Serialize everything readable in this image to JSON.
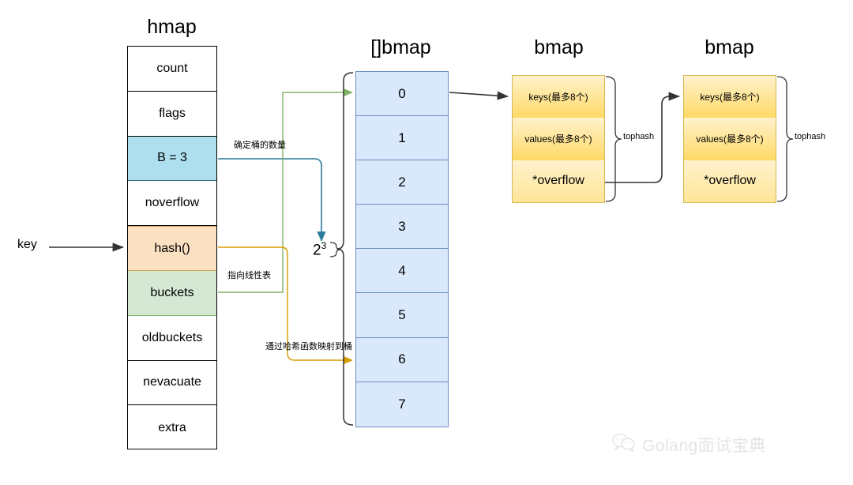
{
  "diagram": {
    "titles": {
      "hmap": "hmap",
      "bmap_slice": "[]bmap",
      "bmap_first": "bmap",
      "bmap_second": "bmap"
    },
    "hmap_fields": [
      {
        "label": "count",
        "fill": "white"
      },
      {
        "label": "flags",
        "fill": "white"
      },
      {
        "label": "B = 3",
        "fill": "blue"
      },
      {
        "label": "noverflow",
        "fill": "white"
      },
      {
        "label": "hash()",
        "fill": "orange"
      },
      {
        "label": "buckets",
        "fill": "green"
      },
      {
        "label": "oldbuckets",
        "fill": "white"
      },
      {
        "label": "nevacuate",
        "fill": "white"
      },
      {
        "label": "extra",
        "fill": "white"
      }
    ],
    "bucket_indices": [
      "0",
      "1",
      "2",
      "3",
      "4",
      "5",
      "6",
      "7"
    ],
    "bmap_first_rows": [
      {
        "label": "keys(最多8个)"
      },
      {
        "label": "values(最多8个)"
      },
      {
        "label": "*overflow"
      }
    ],
    "bmap_second_rows": [
      {
        "label": "keys(最多8个)"
      },
      {
        "label": "values(最多8个)"
      },
      {
        "label": "*overflow"
      }
    ],
    "annotations": {
      "key": "key",
      "power_base": "2",
      "power_exponent": "3",
      "determine_bucket_count": "确定桶的数量",
      "points_to_linear_list": "指向线性表",
      "map_to_bucket_via_hash": "通过哈希函数映射到桶",
      "tophash_first": "tophash",
      "tophash_second": "tophash"
    },
    "colors": {
      "blue_fill": "#AEDFEF",
      "orange_fill": "#FBE0C2",
      "green_fill": "#D5E8D4",
      "bucket_fill": "#DAE8FC",
      "bucket_stroke": "#6C8EBF",
      "bmap_fill_top": "#FFF2CC",
      "bmap_fill_bottom": "#FFD966",
      "bmap_stroke": "#D6B656",
      "arrow_black": "#333333",
      "arrow_blue": "#2B7A9B",
      "arrow_green": "#82B366",
      "arrow_orange": "#D79B00"
    },
    "watermark": {
      "text": "Golang面试宝典",
      "icon": "wechat-icon"
    }
  }
}
